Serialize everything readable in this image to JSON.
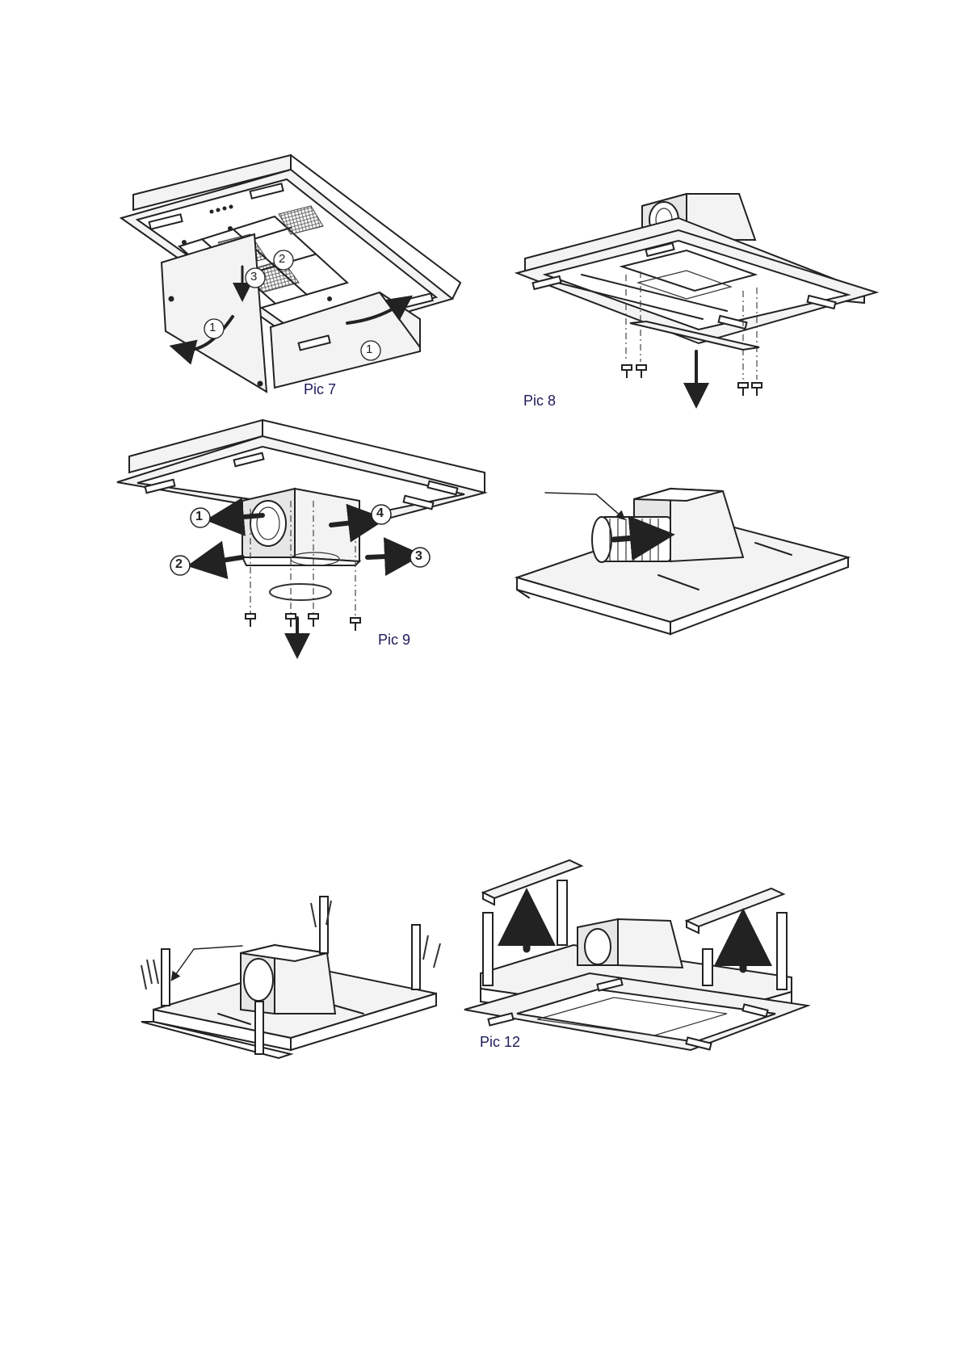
{
  "captions": {
    "pic7": "Pic 7",
    "pic8": "Pic 8",
    "pic9": "Pic 9",
    "pic12": "Pic 12"
  },
  "step_markers": {
    "pic7_circled_1": "①",
    "pic7_circled_2": "②",
    "pic7_circled_3": "③",
    "pic9_1": "1",
    "pic9_2": "2",
    "pic9_3": "3",
    "pic9_4": "4"
  },
  "colors": {
    "line": "#222222",
    "caption": "#1c1c5a",
    "fill_light": "#f3f3f3"
  }
}
